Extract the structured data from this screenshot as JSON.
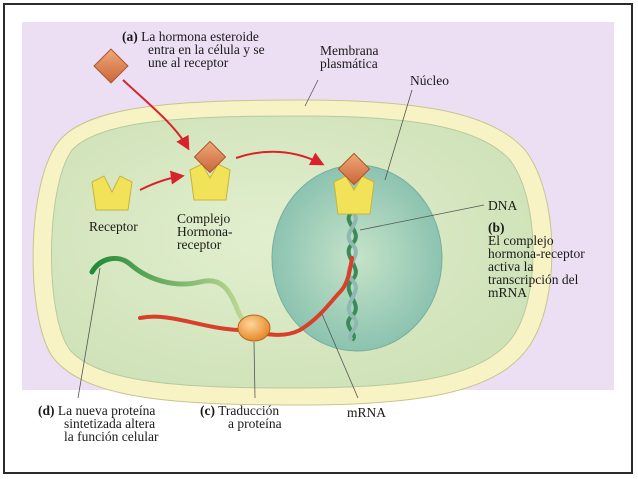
{
  "labels": {
    "step_a": {
      "letter": "(a)",
      "lines": [
        "La hormona esteroide",
        "entra en la célula y se",
        "une al receptor"
      ]
    },
    "membrane": {
      "lines": [
        "Membrana",
        "plasmática"
      ]
    },
    "nucleus": {
      "text": "Núcleo"
    },
    "receptor": {
      "text": "Receptor"
    },
    "complex": {
      "lines": [
        "Complejo",
        "Hormona-",
        "receptor"
      ]
    },
    "dna": {
      "text": "DNA"
    },
    "step_b": {
      "letter": "(b)",
      "lines": [
        "El complejo",
        "hormona-receptor",
        "activa la",
        "transcripción del",
        "mRNA"
      ]
    },
    "step_d": {
      "letter": "(d)",
      "lines": [
        "La nueva proteína",
        "sintetizada altera",
        "la función celular"
      ]
    },
    "step_c": {
      "letter": "(c)",
      "lines": [
        "Traducción",
        "a proteína"
      ]
    },
    "mrna": {
      "text": "mRNA"
    }
  },
  "colors": {
    "background": "#ecdff4",
    "membrane": "#f7f3c4",
    "cytoplasm": "#d9e9c4",
    "nucleus": "#a9d3b8",
    "hormone": "#e08a55",
    "receptor": "#f2e25a",
    "arrow": "#d8232a",
    "protein": "#2e9a3c"
  }
}
